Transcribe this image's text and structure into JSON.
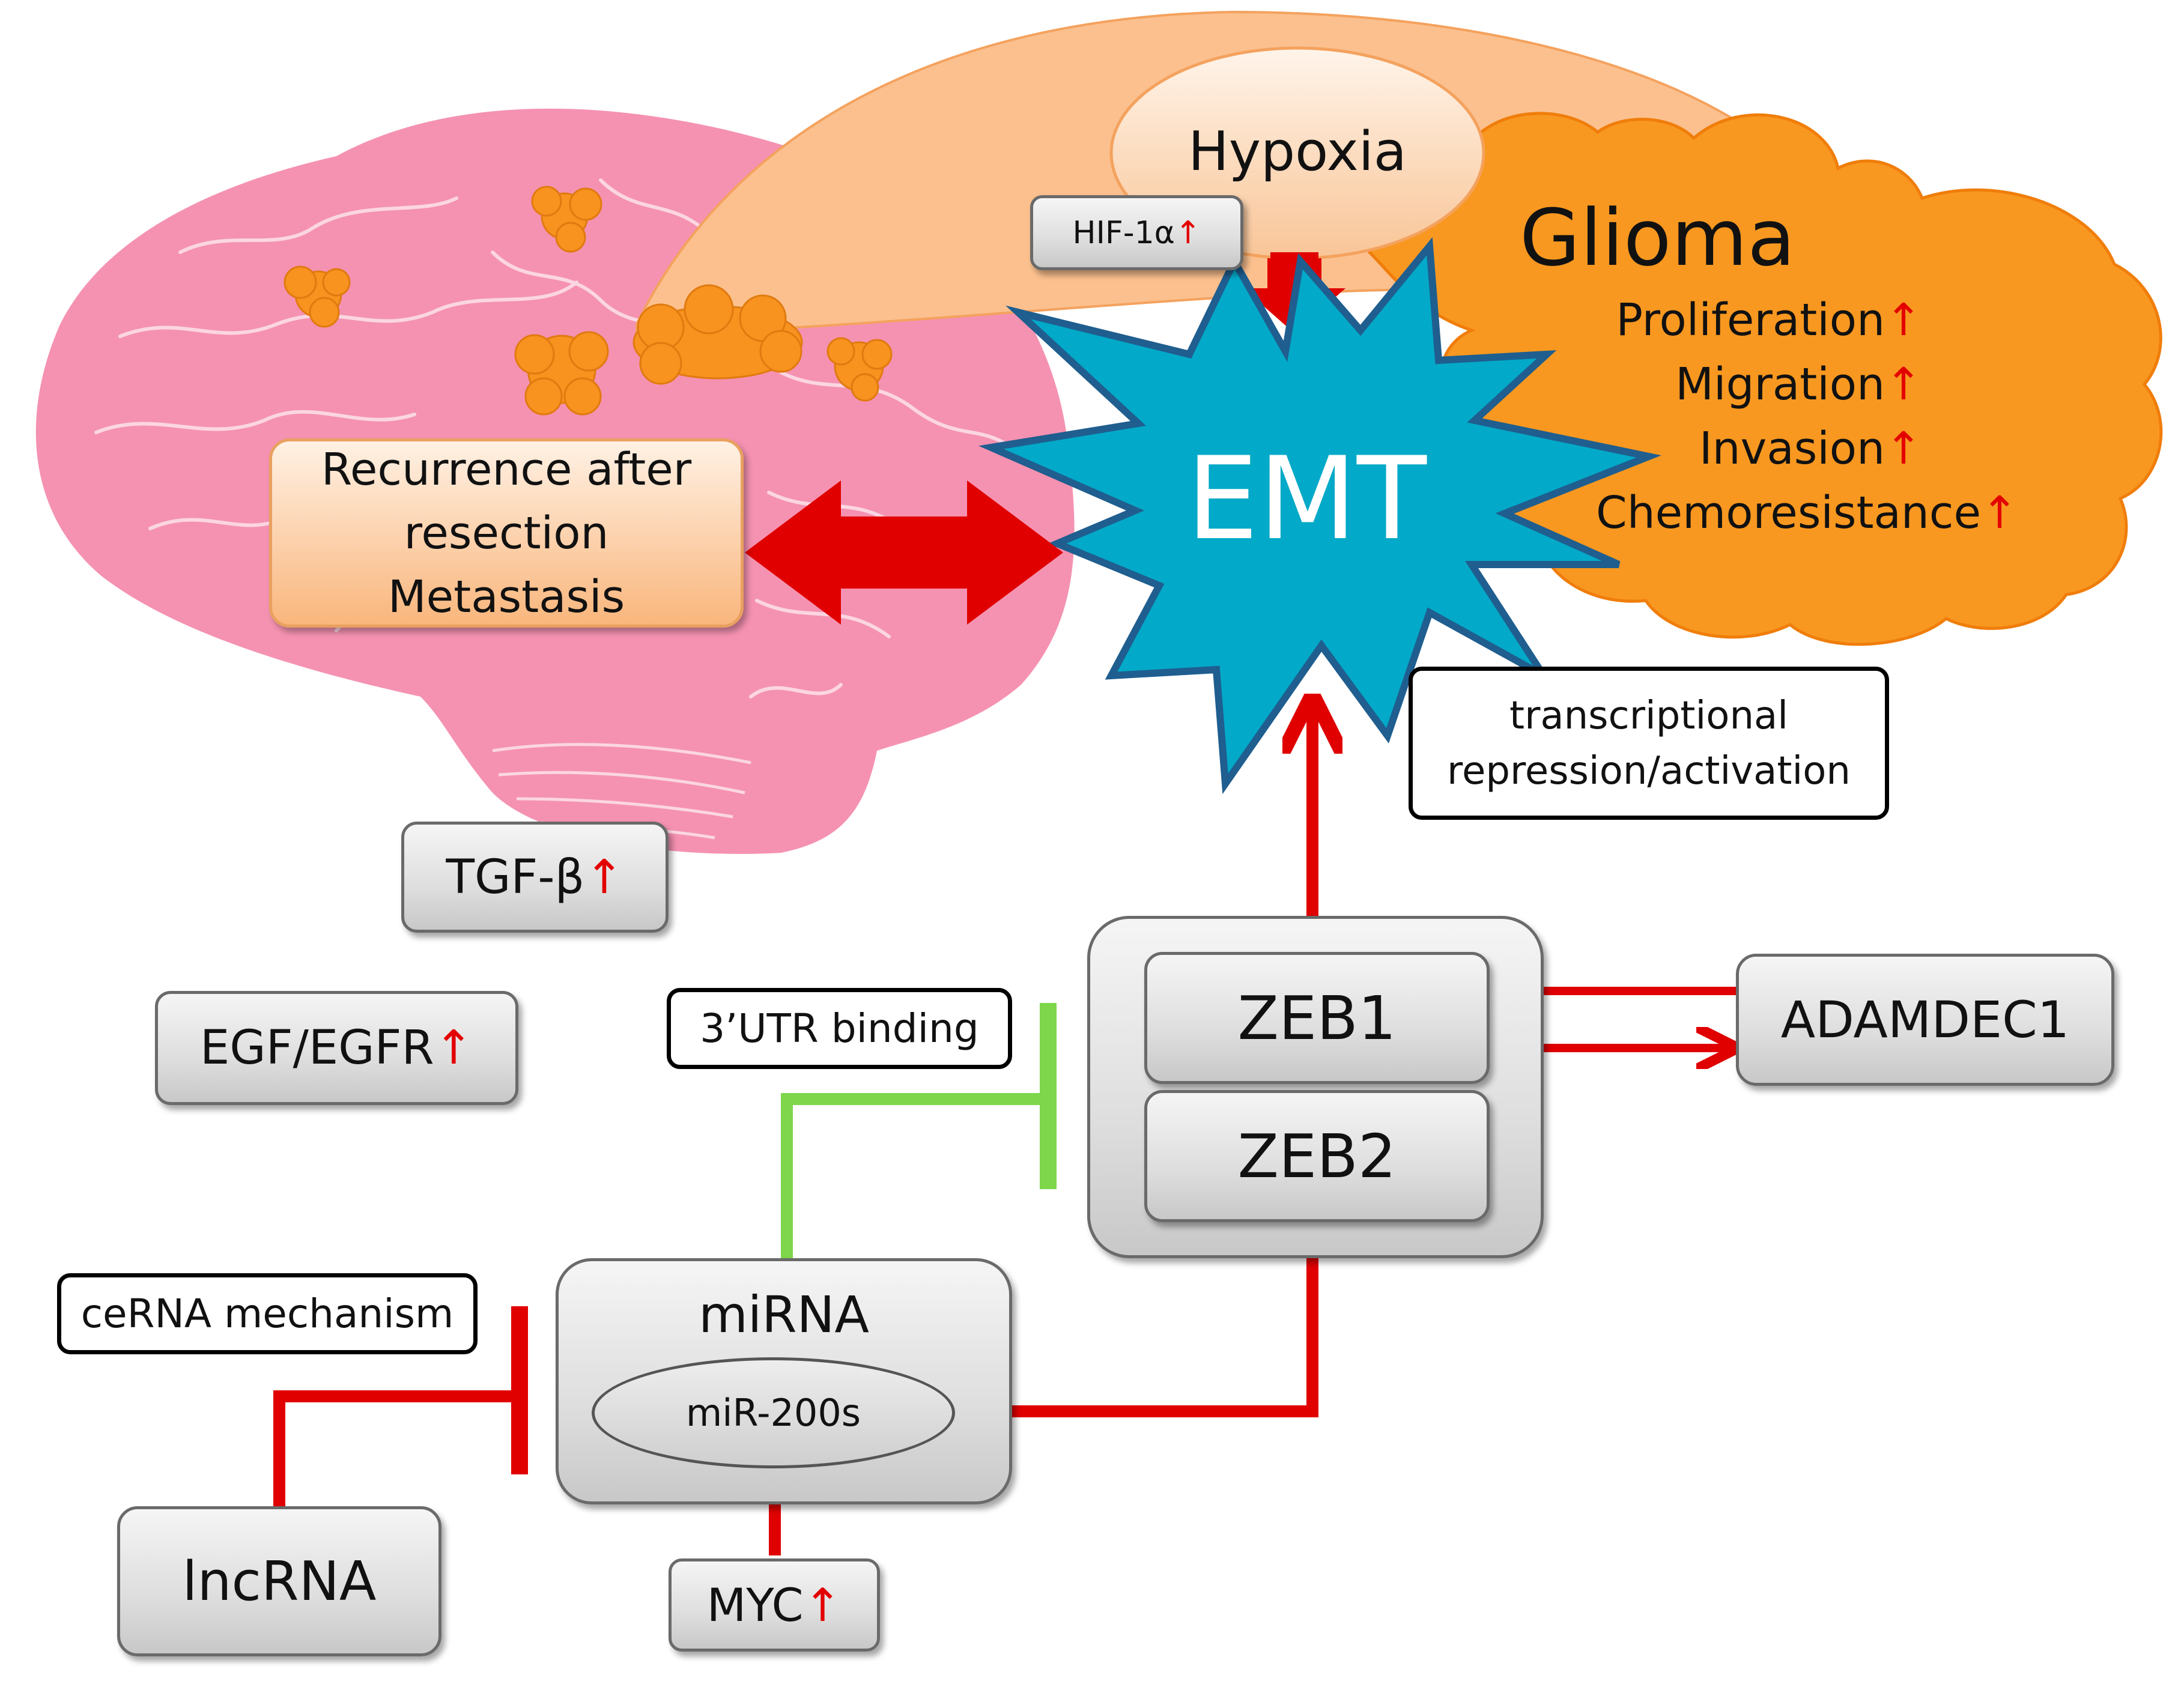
{
  "figure": {
    "hypoxia": "Hypoxia",
    "hif": "HIF-1α",
    "glioma_title": "Glioma",
    "glioma_effects": [
      "Proliferation",
      "Migration",
      "Invasion",
      "Chemoresistance"
    ],
    "emt": "EMT",
    "recurrence_lines": [
      "Recurrence after",
      "resection",
      "Metastasis"
    ],
    "transcriptional_lines": [
      "transcriptional",
      "repression/activation"
    ],
    "tgf": "TGF-β",
    "egf": "EGF/EGFR",
    "zeb1": "ZEB1",
    "zeb2": "ZEB2",
    "adamdec1": "ADAMDEC1",
    "utr": "3’UTR binding",
    "cerna": "ceRNA mechanism",
    "mirna": "miRNA",
    "mir200": "miR-200s",
    "lncrna": "lncRNA",
    "myc": "MYC",
    "up_arrow": "↑"
  },
  "colors": {
    "brain": "#f592b1",
    "brain_lines": "#fbd6e2",
    "hypoxia_fill": "#fbc08e",
    "glioma_fill": "#f89820",
    "emt_fill": "#03a9c8",
    "emt_border": "#1f5e8f",
    "arrow_red": "#e00000",
    "inhibit_green": "#7ed64a",
    "tumor_orange": "#f7931e"
  }
}
